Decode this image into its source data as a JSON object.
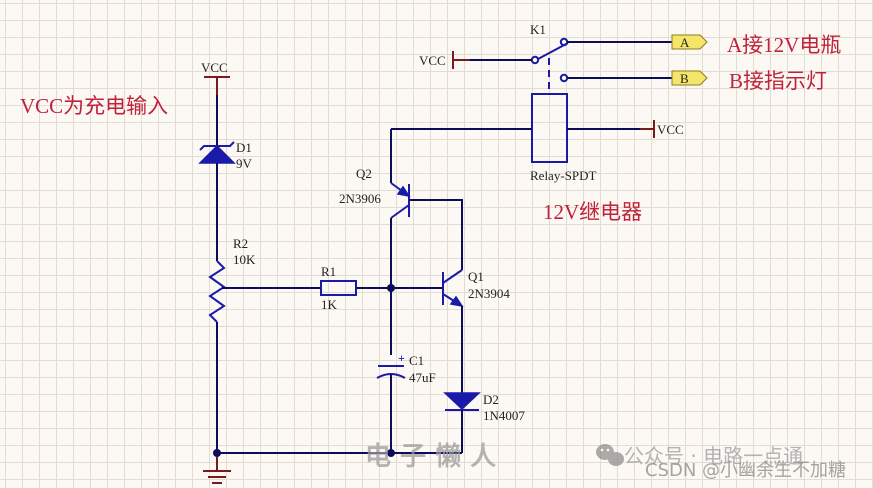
{
  "diagram": {
    "type": "circuit-schematic",
    "annotations": {
      "vcc_input": "VCC为充电输入",
      "port_a_note": "A接12V电瓶",
      "port_b_note": "B接指示灯",
      "relay_note": "12V继电器"
    },
    "power_labels": {
      "vcc_top": "VCC",
      "vcc_relay_switch": "VCC",
      "vcc_relay_coil": "VCC"
    },
    "components": {
      "D1": {
        "ref": "D1",
        "value": "9V",
        "kind": "zener-diode"
      },
      "R2": {
        "ref": "R2",
        "value": "10K",
        "kind": "potentiometer"
      },
      "R1": {
        "ref": "R1",
        "value": "1K",
        "kind": "resistor"
      },
      "C1": {
        "ref": "C1",
        "value": "47uF",
        "kind": "electrolytic-capacitor",
        "polarity": "+"
      },
      "D2": {
        "ref": "D2",
        "value": "1N4007",
        "kind": "diode"
      },
      "Q1": {
        "ref": "Q1",
        "value": "2N3904",
        "kind": "npn-transistor"
      },
      "Q2": {
        "ref": "Q2",
        "value": "2N3906",
        "kind": "pnp-transistor"
      },
      "K1": {
        "ref": "K1",
        "value": "Relay-SPDT",
        "kind": "relay"
      }
    },
    "ports": [
      {
        "name": "A",
        "color": "#f5e66a"
      },
      {
        "name": "B",
        "color": "#f5e66a"
      }
    ],
    "colors": {
      "wire": "#0c0c5a",
      "component": "#1a1aa8",
      "power_stub": "#7a1a1a",
      "annotation": "#c0223a",
      "grid_bg": "#fcf9f4"
    },
    "watermarks": {
      "center": "电 子 懒 人",
      "wechat": "公众号 · 电路一点通",
      "csdn": "CSDN @小幽余生不加糖"
    }
  }
}
